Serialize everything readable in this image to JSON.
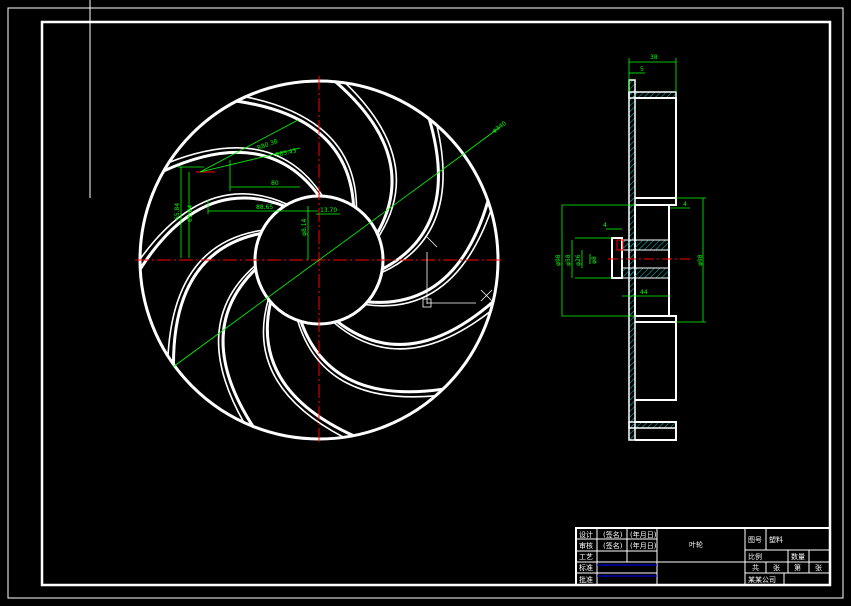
{
  "colors": {
    "background": "#000000",
    "outline": "#ffffff",
    "dimension": "#00ff00",
    "centerline": "#ff0000",
    "hatch": "#00c8c8",
    "title_rule": "#0000ff"
  },
  "front_view": {
    "blade_count": 11,
    "dims": {
      "d_outer": "φ340",
      "r_blade_a": "R80.38",
      "r_blade_b": "R85.43",
      "horiz_1": "80",
      "horiz_2": "88.65",
      "vert_1": "65.84",
      "vert_2": "61.64",
      "hub_r": "13.70",
      "hub_d": "φ8.14"
    }
  },
  "side_view": {
    "dims": {
      "top_width": "38",
      "top_small": "5",
      "right_small": "4",
      "left_small": "4",
      "hub_len": "44",
      "d_left": "φ98",
      "d_mid": "φ58",
      "d_small": "φ26",
      "d_bore": "φ8",
      "d_right": "φ98"
    }
  },
  "title_block": {
    "r1": [
      "设计",
      "(签名)",
      "(年月日)"
    ],
    "r2": [
      "审核",
      "(签名)",
      "(年月日)"
    ],
    "r3": [
      "工艺"
    ],
    "r4": [
      "标准"
    ],
    "r5": [
      "批准"
    ],
    "part": "叶轮",
    "drawing_no_label": "图号",
    "material": "塑料",
    "scale_label": "比例",
    "qty_label": "数量",
    "sheet": [
      "共",
      "张",
      "第",
      "张"
    ],
    "company": "某某公司"
  }
}
